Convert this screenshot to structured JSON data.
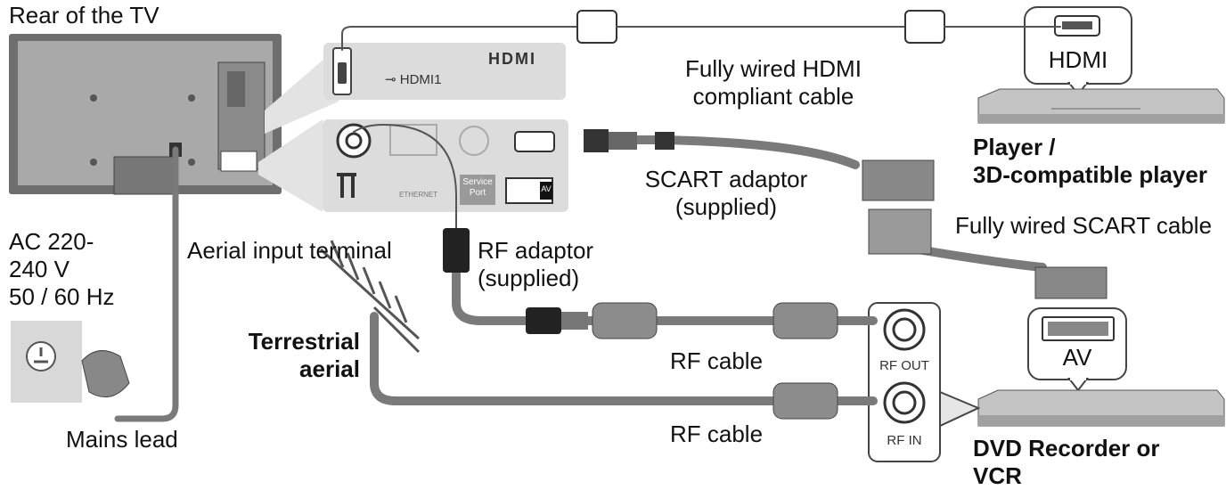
{
  "labels": {
    "rear_of_tv": "Rear of the TV",
    "hdmi_cable": [
      "Fully wired HDMI",
      "compliant cable"
    ],
    "scart_adaptor": [
      "SCART adaptor",
      "(supplied)"
    ],
    "scart_cable": "Fully wired SCART cable",
    "aerial_input": "Aerial input terminal",
    "rf_adaptor": [
      "RF adaptor",
      "(supplied)"
    ],
    "power": [
      "AC 220-",
      "240 V",
      "50 / 60 Hz"
    ],
    "terrestrial_aerial": [
      "Terrestrial",
      "aerial"
    ],
    "rf_cable_top": "RF cable",
    "rf_cable_bottom": "RF cable",
    "mains_lead": "Mains lead",
    "player": [
      "Player /",
      "3D-compatible player"
    ],
    "dvd_recorder": [
      "DVD Recorder or",
      "VCR"
    ]
  },
  "ports": {
    "hdmi_logo": "HDMI",
    "hdmi1": "HDMI1",
    "player_hdmi": "HDMI",
    "av": "AV",
    "rf_out": "RF OUT",
    "rf_in": "RF IN",
    "service_port": [
      "Service",
      "Port"
    ],
    "av_small": "AV",
    "ethernet": "ETHERNET"
  },
  "colors": {
    "cable": "#7a7a7a",
    "panel": "#dcdcdc",
    "device": "#b8b8b8",
    "tv": "#909090"
  }
}
